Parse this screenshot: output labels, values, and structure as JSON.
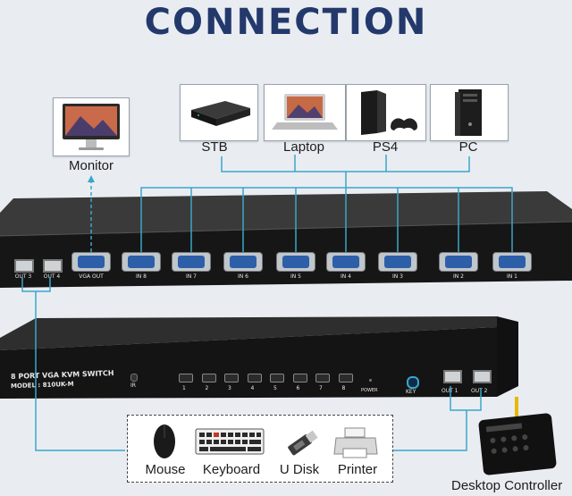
{
  "title": "CONNECTION",
  "devices_top": [
    {
      "label": "Monitor",
      "icon": "monitor-icon"
    },
    {
      "label": "STB",
      "icon": "set-top-box-icon"
    },
    {
      "label": "Laptop",
      "icon": "laptop-icon"
    },
    {
      "label": "PS4",
      "icon": "game-console-icon"
    },
    {
      "label": "PC",
      "icon": "pc-tower-icon"
    }
  ],
  "back_panel": {
    "usb_labels": [
      "OUT 3",
      "OUT 4"
    ],
    "vga_labels": [
      "VGA OUT",
      "IN 8",
      "IN 7",
      "IN 6",
      "IN 5",
      "IN 4",
      "IN 3",
      "IN 2",
      "IN 1"
    ]
  },
  "front_panel": {
    "name": "8 PORT VGA KVM SWITCH",
    "model": "MODEL : 810UK-M",
    "ir_label": "IR",
    "buttons": [
      "1",
      "2",
      "3",
      "4",
      "5",
      "6",
      "7",
      "8"
    ],
    "power_label": "POWER",
    "key_label": "KEY",
    "usb_labels": [
      "OUT 1",
      "OUT 2"
    ]
  },
  "devices_bottom": [
    {
      "label": "Mouse",
      "icon": "mouse-icon"
    },
    {
      "label": "Keyboard",
      "icon": "keyboard-icon"
    },
    {
      "label": "U Disk",
      "icon": "usb-disk-icon"
    },
    {
      "label": "Printer",
      "icon": "printer-icon"
    }
  ],
  "controller": {
    "label": "Desktop Controller",
    "icon": "desktop-controller-icon"
  },
  "colors": {
    "title": "#24396b",
    "wire": "#3aa6c9",
    "device_body": "#1a1a1a",
    "vga_port": "#2d5fa8"
  }
}
